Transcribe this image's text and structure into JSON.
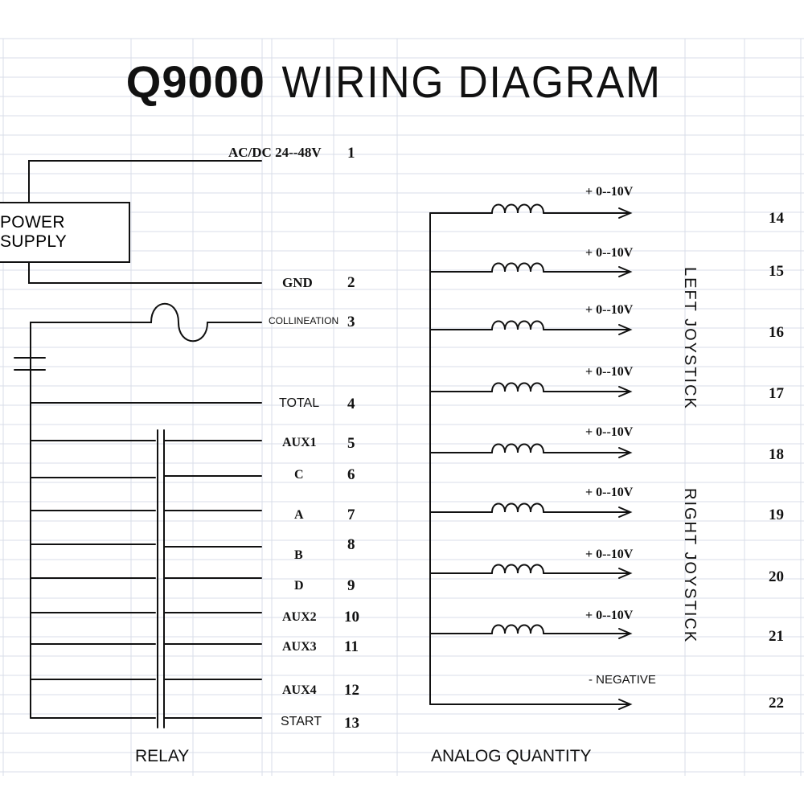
{
  "title": {
    "bold": "Q9000",
    "rest": " WIRING DIAGRAM"
  },
  "power_supply": {
    "label": "POWER SUPPLY"
  },
  "left_terminals": [
    {
      "name": "AC/DC 24--48V",
      "num": "1"
    },
    {
      "name": "GND",
      "num": "2"
    },
    {
      "name": "COLLINEATION",
      "num": "3"
    },
    {
      "name": "TOTAL",
      "num": "4"
    },
    {
      "name": "AUX1",
      "num": "5"
    },
    {
      "name": "C",
      "num": "6"
    },
    {
      "name": "A",
      "num": "7"
    },
    {
      "name": "B",
      "num": "8"
    },
    {
      "name": "D",
      "num": "9"
    },
    {
      "name": "AUX2",
      "num": "10"
    },
    {
      "name": "AUX3",
      "num": "11"
    },
    {
      "name": "AUX4",
      "num": "12"
    },
    {
      "name": "START",
      "num": "13"
    }
  ],
  "analog_outputs": [
    {
      "label": "+ 0--10V",
      "num": "14"
    },
    {
      "label": "+ 0--10V",
      "num": "15"
    },
    {
      "label": "+ 0--10V",
      "num": "16"
    },
    {
      "label": "+ 0--10V",
      "num": "17"
    },
    {
      "label": "+ 0--10V",
      "num": "18"
    },
    {
      "label": "+ 0--10V",
      "num": "19"
    },
    {
      "label": "+ 0--10V",
      "num": "20"
    },
    {
      "label": "+ 0--10V",
      "num": "21"
    },
    {
      "label": "- NEGATIVE",
      "num": "22"
    }
  ],
  "joysticks": {
    "left": "LEFT JOYSTICK",
    "right": "RIGHT JOYSTICK"
  },
  "footer": {
    "relay": "RELAY",
    "analog": "ANALOG QUANTITY"
  }
}
